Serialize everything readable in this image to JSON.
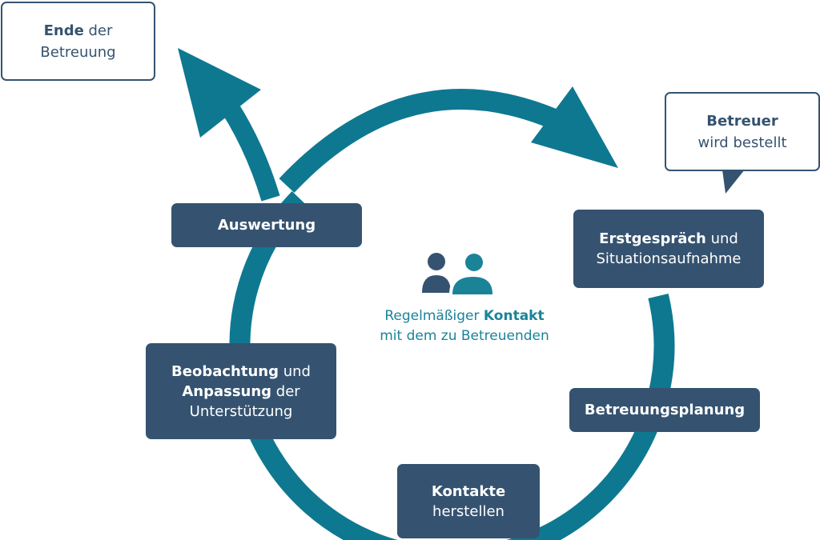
{
  "colors": {
    "ring": "#0e7891",
    "box": "#355370",
    "box_text": "#ffffff",
    "callout_border": "#355370",
    "center_text": "#1b8398",
    "person_back": "#355370",
    "person_front": "#1b8398"
  },
  "icons": [
    "two-persons-icon"
  ],
  "callouts": {
    "end": {
      "bold": "Ende",
      "rest": " der",
      "line2": "Betreuung"
    },
    "start": {
      "bold": "Betreuer",
      "line2": "wird bestellt"
    }
  },
  "center": {
    "pre": "Regelmäßiger ",
    "bold": "Kontakt",
    "line2": "mit dem zu Betreuenden"
  },
  "steps": {
    "erstgespraech": {
      "bold": "Erstgespräch",
      "rest": " und",
      "line2": "Situationsaufnahme"
    },
    "planung": {
      "bold": "Betreuungsplanung"
    },
    "kontakte": {
      "bold": "Kontakte",
      "line2": "herstellen"
    },
    "beobachtung": {
      "bold1": "Beobachtung",
      "rest1": " und",
      "bold2": "Anpassung",
      "rest2": " der",
      "line3": "Unterstützung"
    },
    "auswertung": {
      "bold": "Auswertung"
    }
  }
}
